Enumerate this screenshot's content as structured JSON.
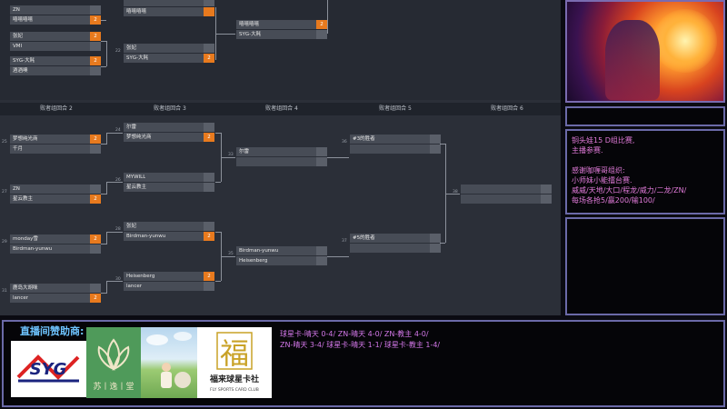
{
  "bracket": {
    "lower_rounds": [
      "败者组回合 2",
      "败者组回合 3",
      "败者组回合 4",
      "败者组回合 5",
      "败者组回合 6"
    ],
    "upper_matches": [
      {
        "id": "m_u1",
        "p1": "ZN",
        "s1": "",
        "p2": "嘻嘻嘻嘻",
        "s2": "2",
        "win": 2
      },
      {
        "id": "m_u2",
        "p1": "张妃",
        "s1": "2",
        "p2": "VMI",
        "s2": "",
        "win": 1
      },
      {
        "id": "m_u3",
        "p1": "SYG-大耗",
        "s1": "2",
        "p2": "酒酒噢",
        "s2": "",
        "win": 1
      },
      {
        "id": "m_u4",
        "p1": "",
        "s1": "",
        "p2": "嘻嘻嘻嘻",
        "s2": "",
        "win": 0
      },
      {
        "id": "m_u5",
        "p1": "张妃",
        "s1": "",
        "p2": "SYG-大耗",
        "s2": "2",
        "win": 2
      },
      {
        "id": "m_u6",
        "p1": "嘻嘻嘻嘻",
        "s1": "2",
        "p2": "SYG-大耗",
        "s2": "",
        "win": 1
      }
    ],
    "lower_matches": [
      {
        "id": "m_l1",
        "num": "25",
        "p1": "梦想纯光商",
        "s1": "2",
        "p2": "千月",
        "s2": "",
        "win": 1
      },
      {
        "id": "m_l2",
        "num": "27",
        "p1": "ZN",
        "s1": "",
        "p2": "星云教主",
        "s2": "2",
        "win": 2
      },
      {
        "id": "m_l3",
        "num": "29",
        "p1": "monday雪",
        "s1": "2",
        "p2": "Birdman-yunwu",
        "s2": "",
        "win": 1
      },
      {
        "id": "m_l4",
        "num": "31",
        "p1": "鹿岛大胡咪",
        "s1": "",
        "p2": "lancer",
        "s2": "2",
        "win": 2
      },
      {
        "id": "m_l5",
        "num": "24",
        "p1": "尔雷",
        "s1": "",
        "p2": "梦想纯光商",
        "s2": "2",
        "win": 2
      },
      {
        "id": "m_l6",
        "num": "26",
        "p1": "MYWILL",
        "s1": "",
        "p2": "星云教主",
        "s2": "",
        "win": 0
      },
      {
        "id": "m_l7",
        "num": "28",
        "p1": "张妃",
        "s1": "",
        "p2": "Birdman-yunwu",
        "s2": "2",
        "win": 2
      },
      {
        "id": "m_l8",
        "num": "30",
        "p1": "Heisenberg",
        "s1": "2",
        "p2": "lancer",
        "s2": "",
        "win": 1
      },
      {
        "id": "m_l9",
        "num": "33",
        "p1": "尔雷",
        "s1": "",
        "p2": "",
        "s2": "",
        "win": 0
      },
      {
        "id": "m_l10",
        "num": "35",
        "p1": "Birdman-yunwu",
        "s1": "",
        "p2": "Heisenberg",
        "s2": "",
        "win": 0
      },
      {
        "id": "m_l11",
        "num": "36",
        "p1": "#3的胜者",
        "s1": "",
        "p2": "",
        "s2": "",
        "win": 0
      },
      {
        "id": "m_l12",
        "num": "37",
        "p1": "#5的胜者",
        "s1": "",
        "p2": "",
        "s2": "",
        "win": 0
      },
      {
        "id": "m_l13",
        "num": "38",
        "p1": "",
        "s1": "",
        "p2": "",
        "s2": "",
        "win": 0
      }
    ]
  },
  "info": {
    "lines": [
      "铜头娃15 D组比赛,",
      "主播参赛.",
      "",
      "感谢咖喱哥组织:",
      "小师妹小能擂台赛.",
      "威威/天地/大口/程龙/威力/二龙/ZN/",
      "每场各抢5/赢200/输100/"
    ]
  },
  "sponsor": {
    "title": "直播间赞助商:",
    "logos": {
      "syg": {
        "text": "SYG"
      },
      "su": {
        "text": "苏丨逸丨堂"
      },
      "fu": {
        "char": "福",
        "cn": "福来球星卡社",
        "en": "FLY SPORTS CARD CLUB"
      }
    },
    "results": [
      "球星卡-晴天 0-4/ ZN-晴天 4-0/ ZN-教主 4-0/",
      "ZN-晴天 3-4/ 球星卡-晴天 1-1/ 球星卡-教主 1-4/"
    ]
  },
  "colors": {
    "win_score": "#e87a1e",
    "panel_border": "#6b6aa8",
    "info_text": "#e07ad8",
    "sponsor_title": "#6ec4ff"
  }
}
